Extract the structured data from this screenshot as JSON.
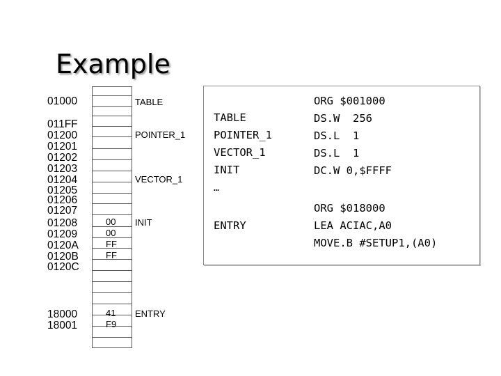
{
  "title": "Example",
  "addresses": {
    "a01000": "01000",
    "group1": [
      "011FF",
      "01200",
      "01201",
      "01202",
      "01203",
      "01204",
      "01205",
      "01206",
      "01207",
      "01208",
      "01209",
      "0120A",
      "0120B",
      "0120C"
    ],
    "group2": [
      "18000",
      "18001"
    ]
  },
  "bytes": [
    "00",
    "00",
    "FF",
    "FF",
    "41",
    "F9"
  ],
  "memory_labels": [
    "TABLE",
    "POINTER_1",
    "VECTOR_1",
    "INIT",
    "ENTRY"
  ],
  "code_labels": [
    "TABLE",
    "POINTER_1",
    "VECTOR_1",
    "INIT",
    "…",
    "ENTRY"
  ],
  "code_lines": [
    "ORG $001000",
    "DS.W  256",
    "DS.L  1",
    "DS.L  1",
    "DC.W 0,$FFFF",
    "ORG $018000",
    "LEA ACIAC,A0",
    "MOVE.B #SETUP1,(A0)"
  ]
}
